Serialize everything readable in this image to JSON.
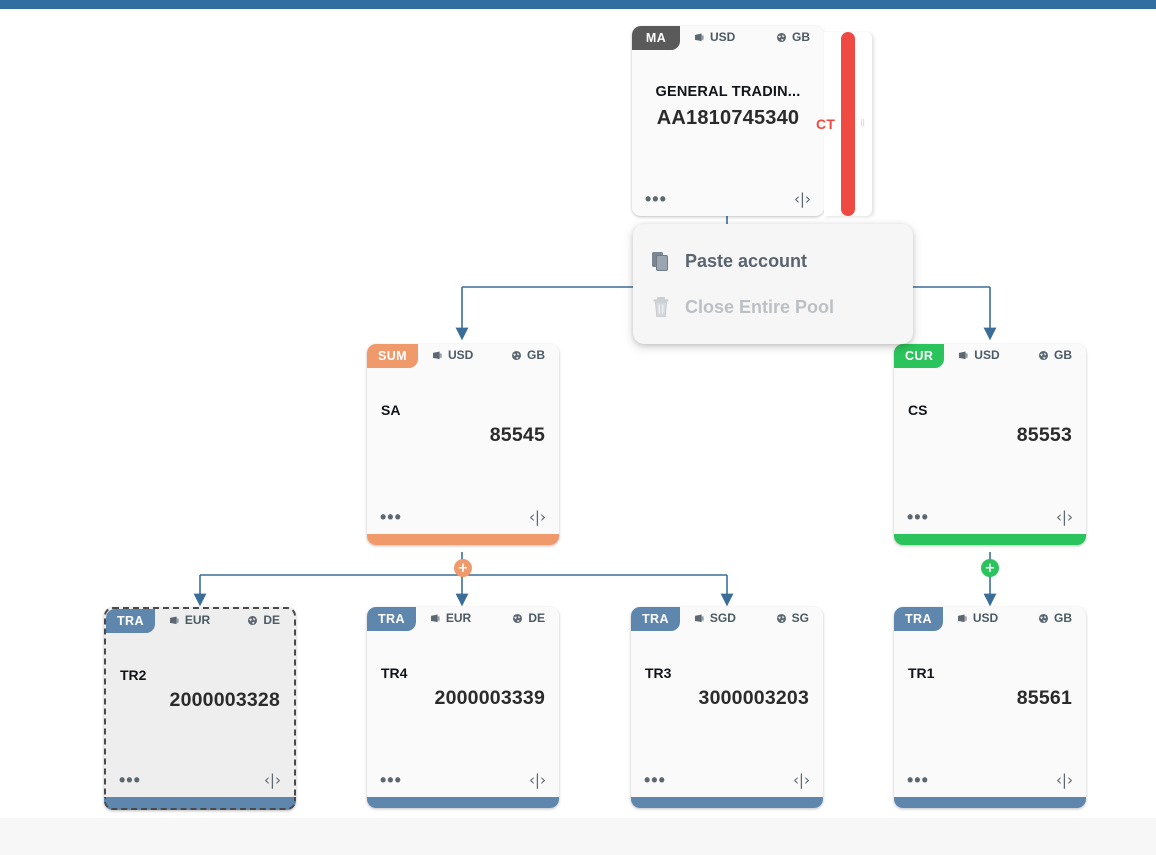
{
  "theme": {
    "topbar_color": "#336f9e",
    "footer_color": "#f7f7f7",
    "edge_color": "#3a6e99",
    "master_badge_color": "#5a5a5a",
    "sum_color": "#f0996a",
    "cur_color": "#2bc45c",
    "tra_color": "#5f87ad",
    "ct_color": "#ef4a41",
    "card_bg": "#fafafa",
    "selected_bg": "#eeeeee"
  },
  "ct_panel": {
    "label": "CT",
    "grip": "‖"
  },
  "context_menu": {
    "items": [
      {
        "label": "Paste account",
        "icon": "copy-icon",
        "enabled": true
      },
      {
        "label": "Close Entire Pool",
        "icon": "trash-icon",
        "enabled": false
      }
    ]
  },
  "nodes": {
    "master": {
      "type": "MA",
      "currency": "USD",
      "country": "GB",
      "name": "GENERAL TRADIN...",
      "number": "AA1810745340",
      "badge_color": "#5a5a5a",
      "bar_color": "",
      "selected": false
    },
    "sum": {
      "type": "SUM",
      "currency": "USD",
      "country": "GB",
      "name": "SA",
      "number": "85545",
      "badge_color": "#f0996a",
      "bar_color": "#f0996a",
      "selected": false
    },
    "cur": {
      "type": "CUR",
      "currency": "USD",
      "country": "GB",
      "name": "CS",
      "number": "85553",
      "badge_color": "#2bc45c",
      "bar_color": "#2bc45c",
      "selected": false
    },
    "tr2": {
      "type": "TRA",
      "currency": "EUR",
      "country": "DE",
      "name": "TR2",
      "number": "2000003328",
      "badge_color": "#5f87ad",
      "bar_color": "#5f87ad",
      "selected": true
    },
    "tr4": {
      "type": "TRA",
      "currency": "EUR",
      "country": "DE",
      "name": "TR4",
      "number": "2000003339",
      "badge_color": "#5f87ad",
      "bar_color": "#5f87ad",
      "selected": false
    },
    "tr3": {
      "type": "TRA",
      "currency": "SGD",
      "country": "SG",
      "name": "TR3",
      "number": "3000003203",
      "badge_color": "#5f87ad",
      "bar_color": "#5f87ad",
      "selected": false
    },
    "tr1": {
      "type": "TRA",
      "currency": "USD",
      "country": "GB",
      "name": "TR1",
      "number": "85561",
      "badge_color": "#5f87ad",
      "bar_color": "#5f87ad",
      "selected": false
    }
  },
  "node_footer": {
    "dots": "•••",
    "expand": "‹|›"
  },
  "toggles": {
    "sum_plus": "+",
    "cur_plus": "+"
  }
}
